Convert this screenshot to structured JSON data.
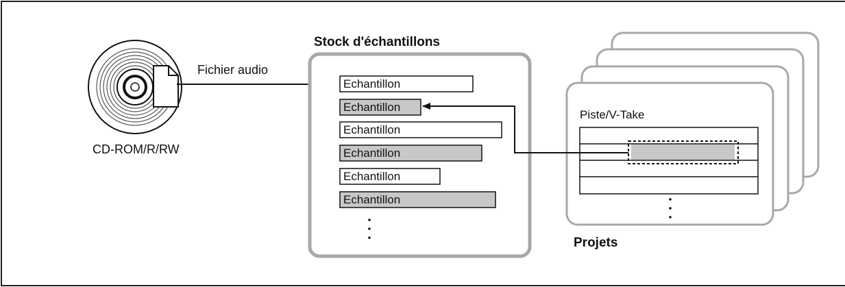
{
  "disc": {
    "file_label": "Fichier audio",
    "media_label": "CD-ROM/R/RW"
  },
  "stock": {
    "title": "Stock d'échantillons",
    "items": [
      {
        "label": "Echantillon",
        "highlighted": false
      },
      {
        "label": "Echantillon",
        "highlighted": true
      },
      {
        "label": "Echantillon",
        "highlighted": false
      },
      {
        "label": "Echantillon",
        "highlighted": true
      },
      {
        "label": "Echantillon",
        "highlighted": false
      },
      {
        "label": "Echantillon",
        "highlighted": true
      }
    ]
  },
  "projects": {
    "title": "Projets",
    "track_label": "Piste/V-Take"
  },
  "colors": {
    "stroke": "#111111",
    "panel_border": "#a8a8a8",
    "highlight_fill": "#c8c8c8"
  }
}
